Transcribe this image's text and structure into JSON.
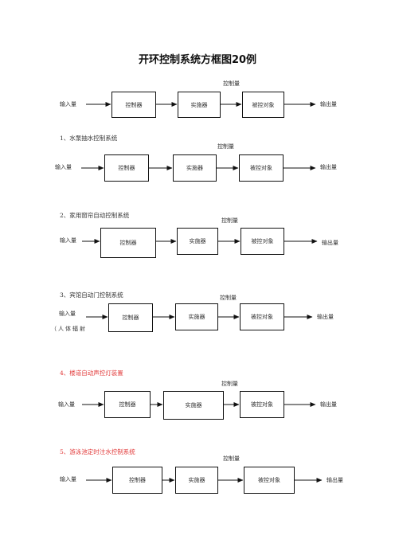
{
  "title": "开环控制系统方框图20例",
  "diagrams": [
    {
      "section": "",
      "control_label": "控制量",
      "input_label": "输入量",
      "input_sub": "",
      "blocks": [
        "控制器",
        "实施器",
        "被控对象"
      ],
      "output_label": "输出量"
    },
    {
      "section": "1、水泵抽水控制系统",
      "control_label": "控制量",
      "input_label": "输入量",
      "input_sub": "",
      "blocks": [
        "控制器",
        "实施器",
        "被控对象"
      ],
      "output_label": "输出量"
    },
    {
      "section": "2、家用窗帘自动控制系统",
      "control_label": "控制量",
      "input_label": "输入量",
      "input_sub": "",
      "blocks": [
        "控制器",
        "实施器",
        "被控对象"
      ],
      "output_label": "输出量"
    },
    {
      "section": "3、宾馆自动门控制系统",
      "control_label": "控制量",
      "input_label": "输入量",
      "input_sub": "（人体辐射",
      "blocks": [
        "控制器",
        "实施器",
        "被控对象"
      ],
      "output_label": "输出量"
    },
    {
      "section": "4、楼道自动声控灯装置",
      "control_label": "控制量",
      "input_label": "输入量",
      "input_sub": "",
      "blocks": [
        "控制器",
        "实施器",
        "被控对象"
      ],
      "output_label": "输出量"
    },
    {
      "section": "5、游泳池定时注水控制系统",
      "control_label": "控制量",
      "input_label": "输入量",
      "input_sub": "",
      "blocks": [
        "控制器",
        "实施器",
        "被控对象"
      ],
      "output_label": "输出量"
    }
  ]
}
